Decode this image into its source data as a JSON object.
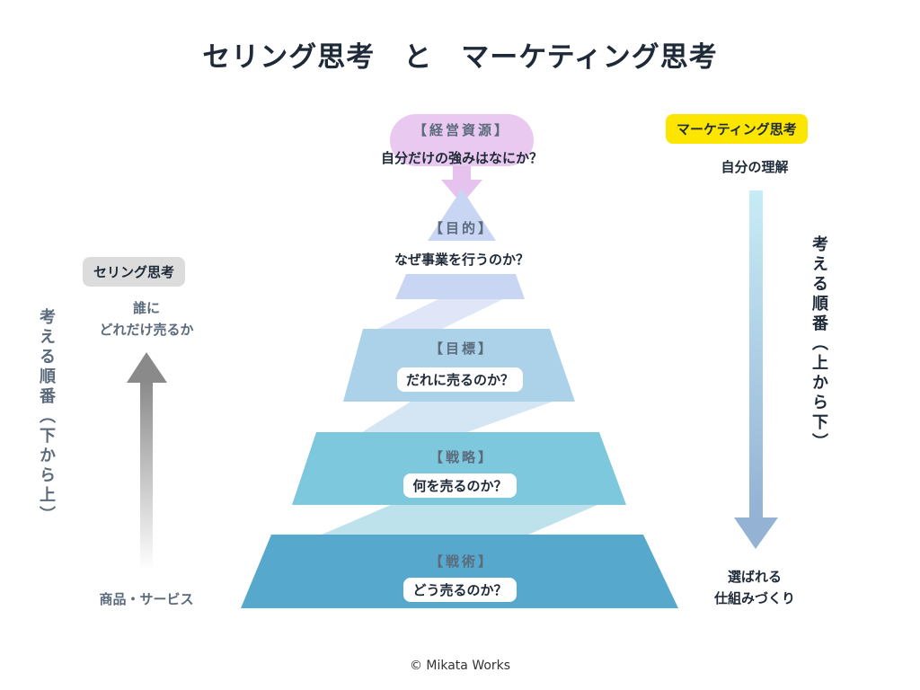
{
  "title": "セリング思考　と　マーケティング思考",
  "colors": {
    "resource_pill": "#eac9f0",
    "arrow_pink": "#e6c2ee",
    "level_purpose": "#c9d6f3",
    "connector_1": "#e0e6f8",
    "level_goal": "#acd2ea",
    "connector_2": "#d4e6f4",
    "level_strategy": "#7ec8de",
    "connector_3": "#bde2eb",
    "level_tactics": "#56a9cd",
    "selling_tag": "#dcdcdc",
    "marketing_tag": "#fce600"
  },
  "pyramid": {
    "resource": {
      "label": "【経営資源】",
      "question": "自分だけの強みはなにか？"
    },
    "levels": [
      {
        "label": "【目的】",
        "question": "なぜ事業を行うのか？",
        "boxed": false
      },
      {
        "label": "【目標】",
        "question": "だれに売るのか？",
        "boxed": true
      },
      {
        "label": "【戦略】",
        "question": "何を売るのか？",
        "boxed": true
      },
      {
        "label": "【戦術】",
        "question": "どう売るのか？",
        "boxed": true
      }
    ]
  },
  "selling": {
    "tag": "セリング思考",
    "top_text_line1": "誰に",
    "top_text_line2": "どれだけ売るか",
    "bottom_text": "商品・サービス",
    "order_label": "考える順番（下から上）"
  },
  "marketing": {
    "tag": "マーケティング思考",
    "top_text": "自分の理解",
    "bottom_text_line1": "選ばれる",
    "bottom_text_line2": "仕組みづくり",
    "order_label": "考える順番（上から下）"
  },
  "credit": "© Mikata Works"
}
